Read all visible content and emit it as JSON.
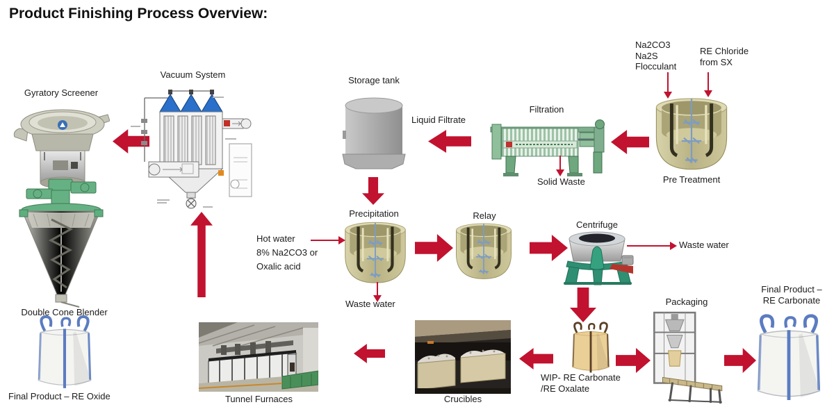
{
  "title": "Product Finishing Process Overview:",
  "colors": {
    "arrow": "#c1122f",
    "text": "#1b1b1b",
    "tank_khaki": "#cdc79b",
    "machine_green": "#7fae8e",
    "strap_blue": "#5b7cc0",
    "wip_tan": "#eacf97"
  },
  "equipment": {
    "gyratory_screener": {
      "label": "Gyratory Screener"
    },
    "vacuum_system": {
      "label": "Vacuum System"
    },
    "storage_tank": {
      "label": "Storage tank"
    },
    "filtration": {
      "label": "Filtration"
    },
    "pre_treatment": {
      "label": "Pre Treatment"
    },
    "precipitation": {
      "label": "Precipitation"
    },
    "relay": {
      "label": "Relay"
    },
    "centrifuge": {
      "label": "Centrifuge"
    },
    "packaging": {
      "label": "Packaging"
    },
    "double_cone_blender": {
      "label": "Double Cone Blender"
    },
    "tunnel_furnaces": {
      "label": "Tunnel Furnaces"
    },
    "crucibles": {
      "label": "Crucibles"
    }
  },
  "products": {
    "final_oxide": {
      "label": "Final Product – RE Oxide"
    },
    "final_carbonate": {
      "lines": [
        "Final Product –",
        "RE Carbonate"
      ]
    },
    "wip": {
      "lines": [
        "WIP- RE Carbonate",
        "/RE Oxalate"
      ]
    }
  },
  "streams": {
    "flocculant": {
      "lines": [
        "Na2CO3",
        "Na2S",
        "Flocculant"
      ]
    },
    "re_chloride": {
      "lines": [
        "RE Chloride",
        "from SX"
      ]
    },
    "liquid_filtrate": {
      "label": "Liquid Filtrate"
    },
    "solid_waste": {
      "label": "Solid Waste"
    },
    "hot_water": {
      "lines": [
        "Hot water",
        "8% Na2CO3 or",
        "Oxalic acid"
      ]
    },
    "waste_water_precipitation": {
      "label": "Waste water"
    },
    "waste_water_centrifuge": {
      "label": "Waste water"
    }
  }
}
